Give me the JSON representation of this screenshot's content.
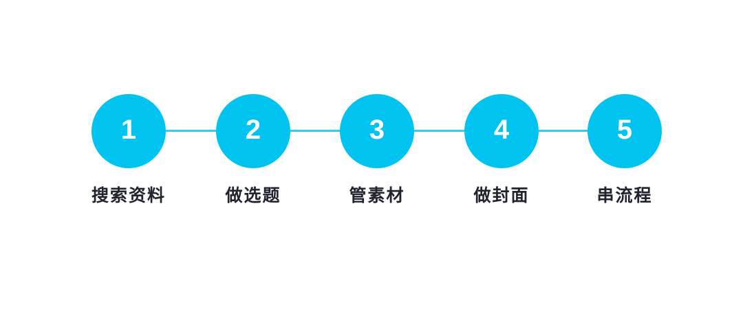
{
  "diagram": {
    "type": "process-flow",
    "steps": [
      {
        "number": "1",
        "label": "搜索资料"
      },
      {
        "number": "2",
        "label": "做选题"
      },
      {
        "number": "3",
        "label": "管素材"
      },
      {
        "number": "4",
        "label": "做封面"
      },
      {
        "number": "5",
        "label": "串流程"
      }
    ],
    "colors": {
      "circle_fill": "#00c4ef",
      "connector_line": "#2fd0f5",
      "number_text": "#ffffff",
      "label_text": "#20242f",
      "background": "#ffffff"
    }
  }
}
